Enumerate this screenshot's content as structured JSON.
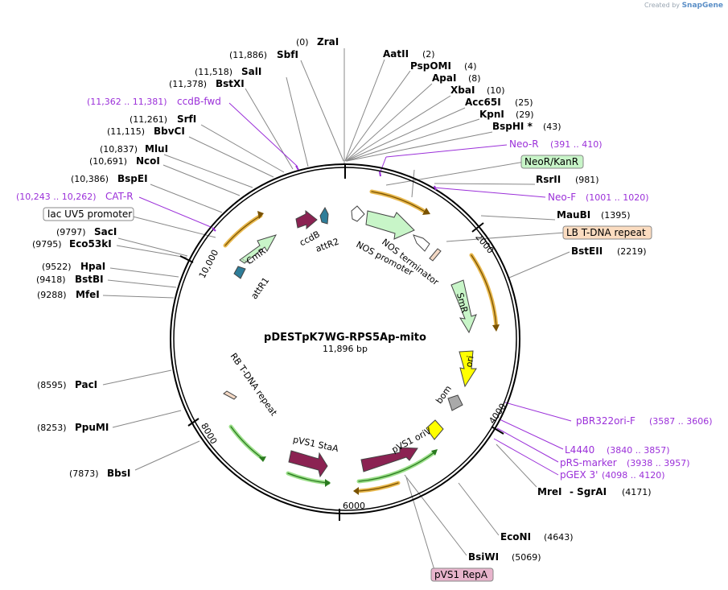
{
  "header": {
    "created_by": "Created by",
    "brand": "SnapGene"
  },
  "plasmid": {
    "name": "pDESTpK7WG-RPS5Ap-mito",
    "length_text": "11,896 bp",
    "length": 11896
  },
  "scale": [
    "2000",
    "4000",
    "6000",
    "8000",
    "10,000"
  ],
  "enzymes_right": [
    {
      "name": "ZraI",
      "pos": "(0)"
    },
    {
      "name": "AatII",
      "pos": "(2)"
    },
    {
      "name": "PspOMI",
      "pos": "(4)"
    },
    {
      "name": "ApaI",
      "pos": "(8)"
    },
    {
      "name": "XbaI",
      "pos": "(10)"
    },
    {
      "name": "Acc65I",
      "pos": "(25)"
    },
    {
      "name": "KpnI",
      "pos": "(29)"
    },
    {
      "name": "BspHI *",
      "pos": "(43)"
    },
    {
      "name": "RsrII",
      "pos": "(981)"
    },
    {
      "name": "MauBI",
      "pos": "(1395)"
    },
    {
      "name": "BstEII",
      "pos": "(2219)"
    },
    {
      "name": "MreI",
      "pos": ""
    },
    {
      "name": "- SgrAI",
      "pos": "(4171)"
    },
    {
      "name": "EcoNI",
      "pos": "(4643)"
    },
    {
      "name": "BsiWI",
      "pos": "(5069)"
    }
  ],
  "enzymes_left": [
    {
      "name": "SbfI",
      "pos": "(11,886)"
    },
    {
      "name": "SalI",
      "pos": "(11,518)"
    },
    {
      "name": "BstXI",
      "pos": "(11,378)"
    },
    {
      "name": "SrfI",
      "pos": "(11,261)"
    },
    {
      "name": "BbvCI",
      "pos": "(11,115)"
    },
    {
      "name": "MluI",
      "pos": "(10,837)"
    },
    {
      "name": "NcoI",
      "pos": "(10,691)"
    },
    {
      "name": "BspEI",
      "pos": "(10,386)"
    },
    {
      "name": "SacI",
      "pos": "(9797)"
    },
    {
      "name": "Eco53kI",
      "pos": "(9795)"
    },
    {
      "name": "HpaI",
      "pos": "(9522)"
    },
    {
      "name": "BstBI",
      "pos": "(9418)"
    },
    {
      "name": "MfeI",
      "pos": "(9288)"
    },
    {
      "name": "PacI",
      "pos": "(8595)"
    },
    {
      "name": "PpuMI",
      "pos": "(8253)"
    },
    {
      "name": "BbsI",
      "pos": "(7873)"
    }
  ],
  "primers": [
    {
      "name": "ccdB-fwd",
      "range": "(11,362 .. 11,381)"
    },
    {
      "name": "CAT-R",
      "range": "(10,243 .. 10,262)"
    },
    {
      "name": "Neo-R",
      "range": "(391 .. 410)"
    },
    {
      "name": "Neo-F",
      "range": "(1001 .. 1020)"
    },
    {
      "name": "pBR322ori-F",
      "range": "(3587 .. 3606)"
    },
    {
      "name": "L4440",
      "range": "(3840 .. 3857)"
    },
    {
      "name": "pRS-marker",
      "range": "(3938 .. 3957)"
    },
    {
      "name": "pGEX 3'",
      "range": "(4098 .. 4120)"
    }
  ],
  "boxed_features": [
    {
      "name": "lac UV5 promoter",
      "style": "white"
    },
    {
      "name": "NeoR/KanR",
      "style": "green"
    },
    {
      "name": "LB T-DNA repeat",
      "style": "peach"
    },
    {
      "name": "pVS1 RepA",
      "style": "pink"
    }
  ],
  "inner_labels": [
    "CmR",
    "ccdB",
    "attR2",
    "attR1",
    "NOS terminator",
    "NOS promoter",
    "SmR",
    "ori",
    "bom",
    "pVS1 oriV",
    "pVS1 StaA",
    "RB T-DNA repeat"
  ],
  "colors": {
    "primer": "#9b30d9",
    "enzyme": "#000000",
    "line": "#888888",
    "green_feature": "#c8f5c8",
    "maroon_feature": "#8b2252",
    "teal_feature": "#2e7d99",
    "yellow_feature": "#ffff00",
    "orange_arc": "#d98c1a",
    "green_arc": "#2f9e2f",
    "gray_feature": "#a9a9a9"
  }
}
